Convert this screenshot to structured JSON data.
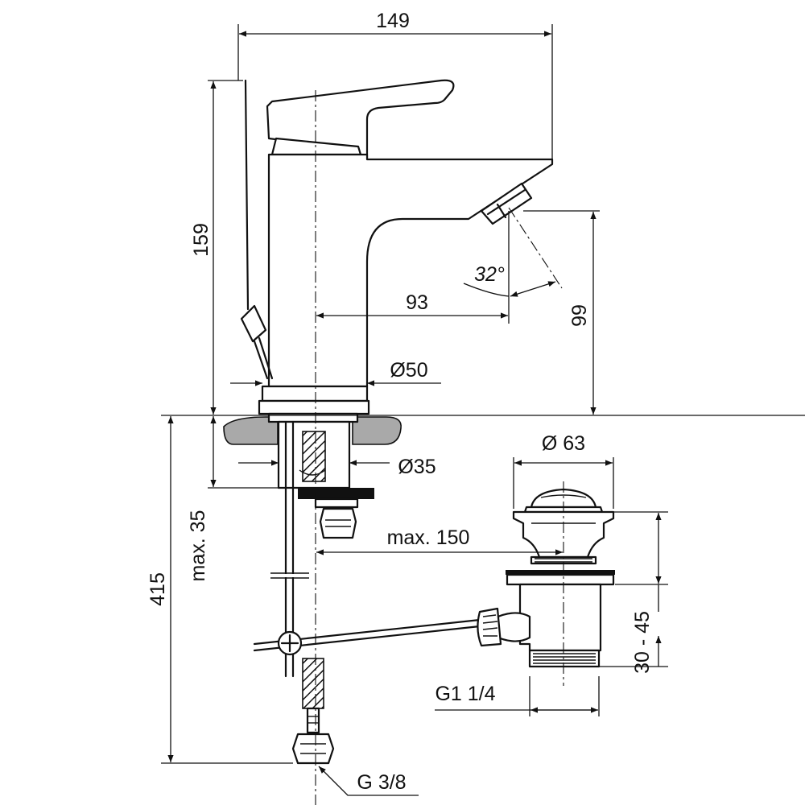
{
  "dimensions": {
    "width_total": "149",
    "height_spout": "159",
    "spout_reach": "93",
    "aerator_height": "99",
    "angle": "32°",
    "body_diameter": "Ø50",
    "shank_diameter": "Ø35",
    "max_thickness": "max. 35",
    "overall_length": "415",
    "waste_diameter": "Ø 63",
    "max_distance": "max. 150",
    "waste_range": "30 - 45",
    "waste_thread": "G1 1/4",
    "hose_thread": "G 3/8"
  }
}
